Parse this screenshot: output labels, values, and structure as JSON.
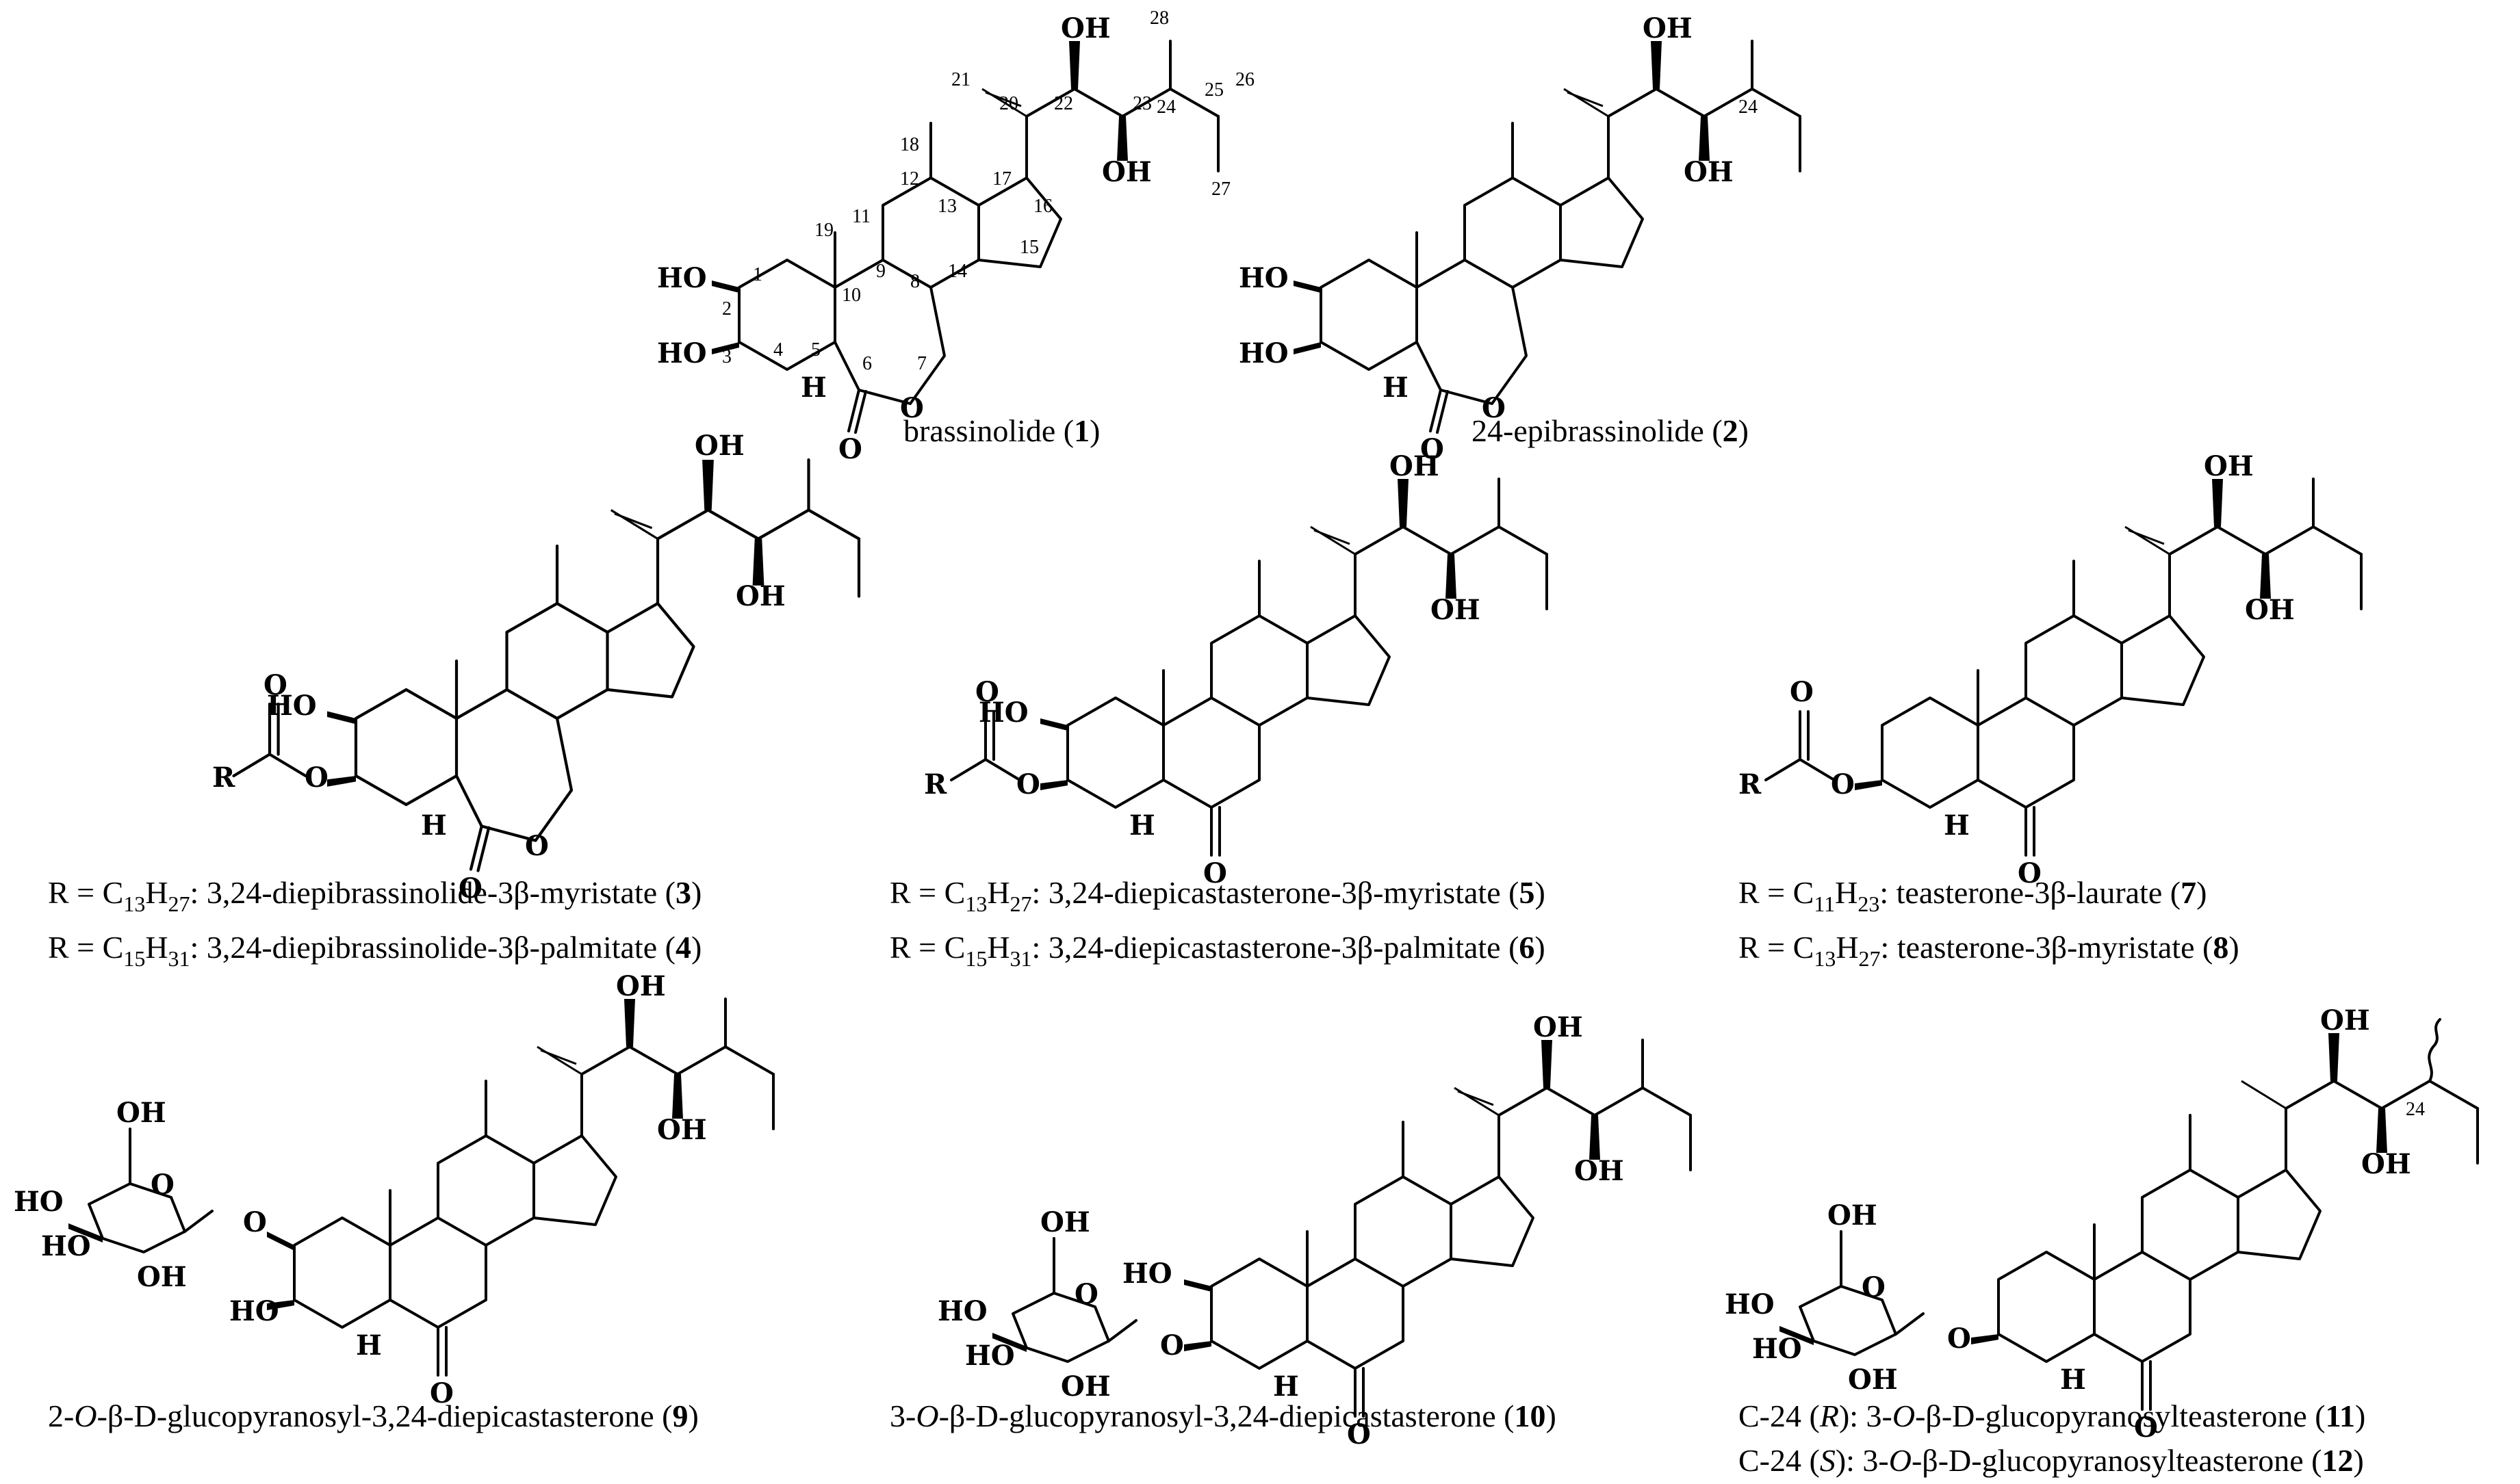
{
  "atoms": {
    "hydroxyl": "OH",
    "hydroxyl_left": "HO",
    "oxygen": "O",
    "hydrogen": "H",
    "r_group": "R"
  },
  "locants": [
    "1",
    "2",
    "3",
    "4",
    "5",
    "6",
    "7",
    "8",
    "9",
    "10",
    "11",
    "12",
    "13",
    "14",
    "15",
    "16",
    "17",
    "18",
    "19",
    "20",
    "21",
    "22",
    "23",
    "24",
    "25",
    "26",
    "27",
    "28"
  ],
  "captions": {
    "c1": {
      "name": "brassinolide",
      "id": "1"
    },
    "c2": {
      "name": "24-epibrassinolide",
      "id": "2"
    },
    "c3": {
      "prefix": "R = C",
      "n1": "13",
      "h": "H",
      "n2": "27",
      "name": ": 3,24-diepibrassinolide-3β-myristate",
      "id": "3"
    },
    "c4": {
      "prefix": "R = C",
      "n1": "15",
      "h": "H",
      "n2": "31",
      "name": ": 3,24-diepibrassinolide-3β-palmitate",
      "id": "4"
    },
    "c5": {
      "prefix": "R = C",
      "n1": "13",
      "h": "H",
      "n2": "27",
      "name": ": 3,24-diepicastasterone-3β-myristate",
      "id": "5"
    },
    "c6": {
      "prefix": "R = C",
      "n1": "15",
      "h": "H",
      "n2": "31",
      "name": ": 3,24-diepicastasterone-3β-palmitate",
      "id": "6"
    },
    "c7": {
      "prefix": "R = C",
      "n1": "11",
      "h": "H",
      "n2": "23",
      "name": ": teasterone-3β-laurate",
      "id": "7"
    },
    "c8": {
      "prefix": "R = C",
      "n1": "13",
      "h": "H",
      "n2": "27",
      "name": ": teasterone-3β-myristate",
      "id": "8"
    },
    "c9": {
      "a": "2-",
      "o": "O",
      "b": "-β-D-glucopyranosyl-3,24-diepicastasterone",
      "id": "9"
    },
    "c10": {
      "a": "3-",
      "o": "O",
      "b": "-β-D-glucopyranosyl-3,24-diepicastasterone",
      "id": "10"
    },
    "c11": {
      "a": "C-24 (",
      "cfg": "R",
      "b": "): 3-",
      "o": "O",
      "c": "-β-D-glucopyranosylteasterone",
      "id": "11"
    },
    "c12": {
      "a": "C-24 (",
      "cfg": "S",
      "b": "): 3-",
      "o": "O",
      "c": "-β-D-glucopyranosylteasterone",
      "id": "12"
    }
  }
}
